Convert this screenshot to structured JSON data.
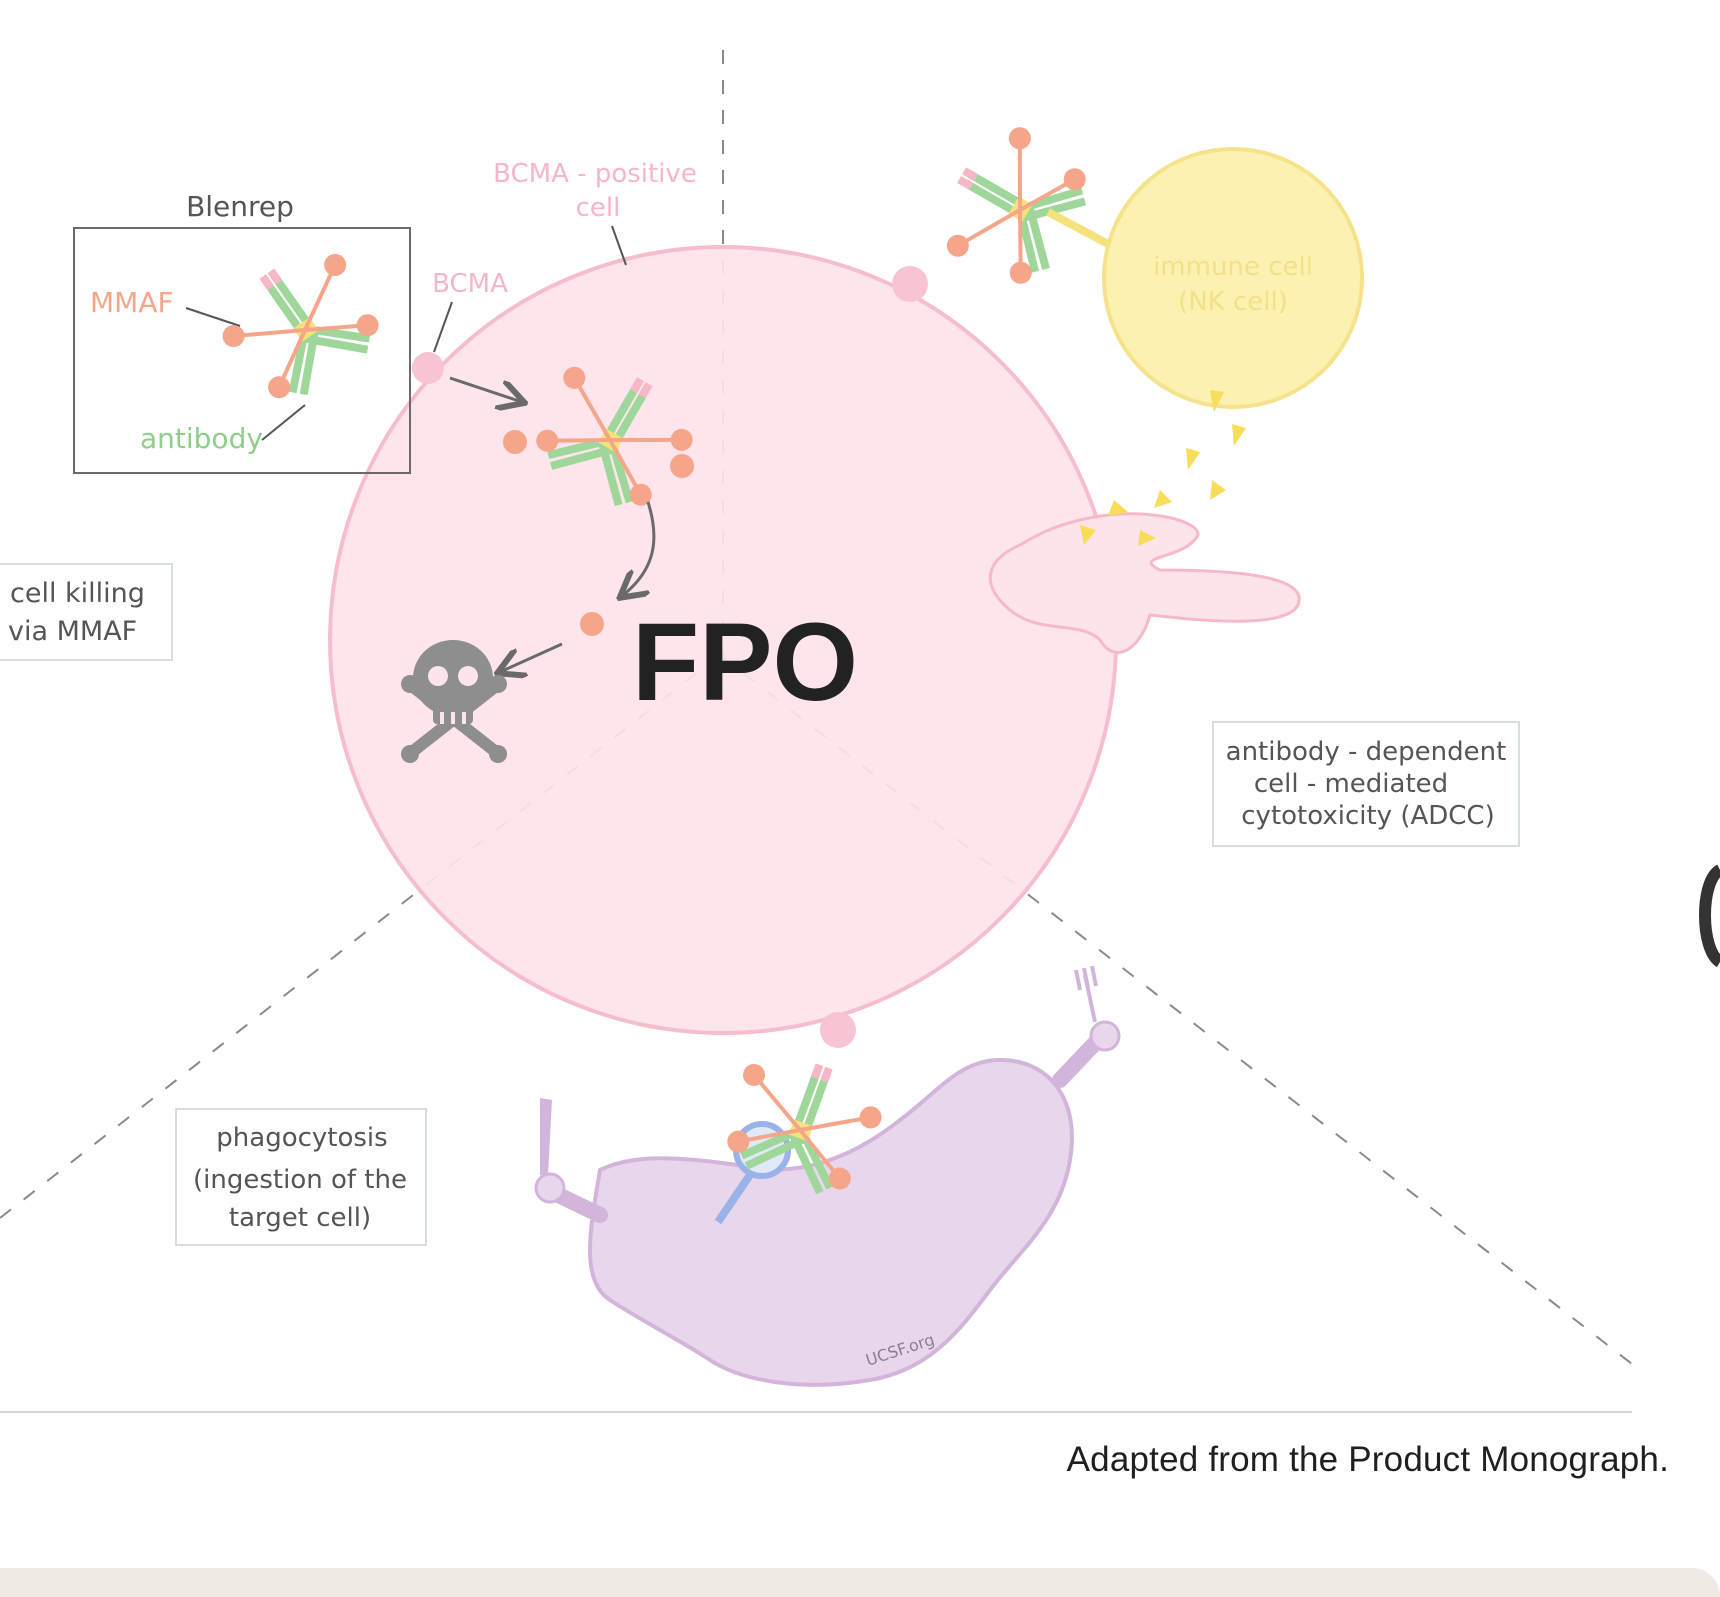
{
  "diagram": {
    "stamp": "FPO",
    "labels": {
      "blenrep": "Blenrep",
      "mmaf": "MMAF",
      "antibody": "antibody",
      "bcma": "BCMA",
      "bcma_positive_cell_l1": "BCMA - positive",
      "bcma_positive_cell_l2": "cell",
      "immune_cell_l1": "immune cell",
      "immune_cell_l2": "(NK cell)",
      "watermark": "UCSF.org"
    },
    "mechanisms": {
      "killing_l1": "cell killing",
      "killing_l2": "via MMAF",
      "adcc_l1": "antibody - dependent",
      "adcc_l2": "cell - mediated",
      "adcc_l3": "cytotoxicity (ADCC)",
      "phago_l1": "phagocytosis",
      "phago_l2": "(ingestion of the",
      "phago_l3": "target cell)"
    },
    "colors": {
      "cell_fill": "#fde3ea",
      "cell_stroke": "#f6b9c8",
      "nk_fill": "#fcf1b0",
      "nk_stroke": "#f6e28a",
      "macrophage_fill": "#e8d6ec",
      "macrophage_stroke": "#d3b5dc",
      "antibody_green": "#9fd79b",
      "mmaf_orange": "#f5a58a",
      "hinge_yellow": "#f5e27a",
      "skull_gray": "#8e8e8e"
    }
  },
  "caption": "Adapted from the Product Monograph."
}
